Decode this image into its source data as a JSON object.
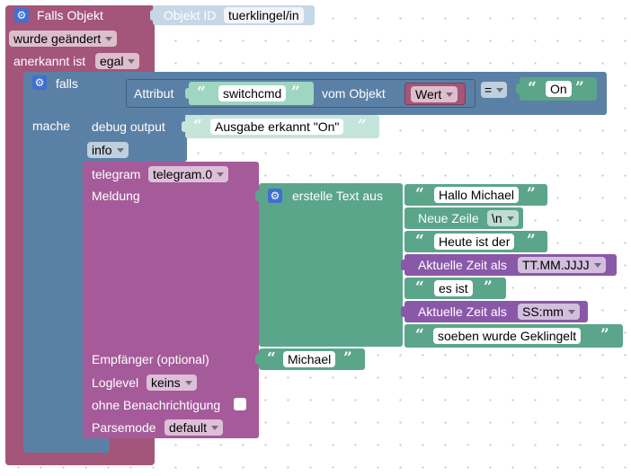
{
  "trigger": {
    "title": "Falls Objekt",
    "object_id_label": "Objekt ID",
    "object_id_value": "tuerklingel/in",
    "change_mode": "wurde geändert",
    "ack_label": "anerkannt ist",
    "ack_value": "egal"
  },
  "if_block": {
    "label": "falls",
    "do_label": "mache"
  },
  "condition": {
    "attribute_label": "Attribut",
    "attribute_value": "switchcmd",
    "of_object_label": "vom Objekt",
    "of_object_value": "Wert",
    "operator": "=",
    "compare_value": "On"
  },
  "debug": {
    "label": "debug output",
    "message": "Ausgabe erkannt \"On\"",
    "level": "info"
  },
  "telegram": {
    "label": "telegram",
    "instance": "telegram.0",
    "message_label": "Meldung",
    "recipient_label": "Empfänger (optional)",
    "recipient_value": "Michael",
    "loglevel_label": "Loglevel",
    "loglevel_value": "keins",
    "silent_label": "ohne Benachrichtigung",
    "parsemode_label": "Parsemode",
    "parsemode_value": "default"
  },
  "text_join": {
    "label": "erstelle Text aus",
    "item1": "Hallo Michael",
    "newline_label": "Neue Zeile",
    "newline_value": "\\n",
    "item3": "Heute ist der",
    "time_label": "Aktuelle Zeit als",
    "time_format_1": "TT.MM.JJJJ",
    "item5": "es ist",
    "time_format_2": "SS:mm",
    "item7": "soeben wurde Geklingelt"
  },
  "colors": {
    "trigger": "#a4557a",
    "logic": "#5b80a5",
    "text": "#5ba58b",
    "telegram": "#a55b99",
    "time": "#8a58a8"
  }
}
